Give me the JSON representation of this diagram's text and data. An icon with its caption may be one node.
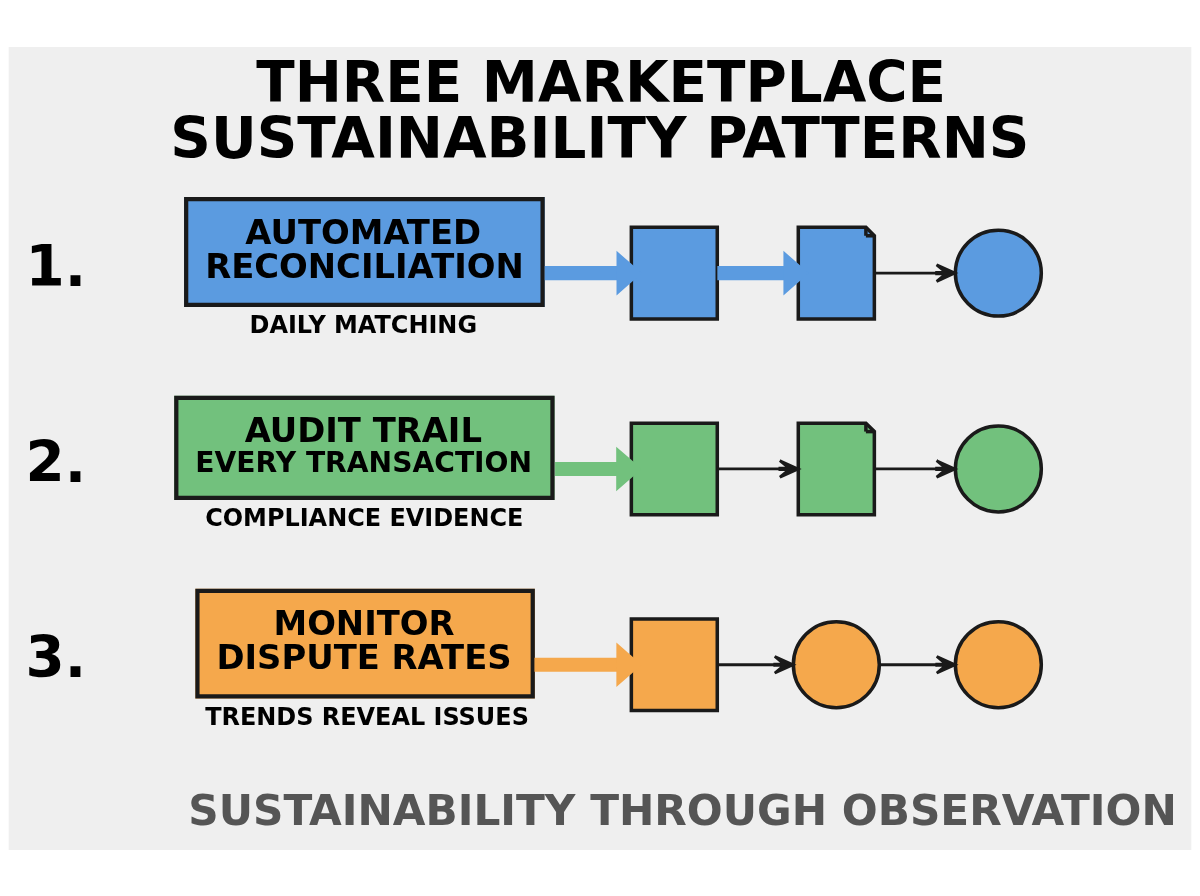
{
  "diagram": {
    "title": "THREE MARKETPLACE SUSTAINABILITY PATTERNS",
    "caption": "SUSTAINABILITY THROUGH OBSERVATION",
    "nodes": [
      {
        "text": [
          "AUTOMATED RECONCILIATION"
        ],
        "beside": [
          "DAILY MATCHING"
        ]
      },
      {
        "text": [],
        "shape": "box"
      },
      {
        "text": [],
        "shape": "document"
      },
      {
        "text": [],
        "shape": "circle"
      },
      {
        "text": [
          "AUDIT TRAIL",
          "EVERY TRANSACTION"
        ],
        "beside": [
          "COMPLIANCE EVIDENCE"
        ]
      },
      {
        "text": [],
        "shape": "box"
      },
      {
        "text": [],
        "shape": "document"
      },
      {
        "text": [],
        "shape": "circle"
      },
      {
        "text": [
          "MONITOR DISPUTE RATES"
        ],
        "beside": [
          "TRENDS REVEAL ISSUES"
        ]
      },
      {
        "text": [],
        "shape": "box"
      },
      {
        "text": [],
        "shape": "circle"
      },
      {
        "text": [],
        "shape": "circle"
      }
    ],
    "edges": [
      {
        "from": 0,
        "to": 1,
        "arrow": "to",
        "style": "thick",
        "color": "#5b9be0"
      },
      {
        "from": 1,
        "to": 2,
        "arrow": "to",
        "style": "thick",
        "color": "#5b9be0"
      },
      {
        "from": 2,
        "to": 3,
        "arrow": "to"
      },
      {
        "from": 4,
        "to": 5,
        "arrow": "to",
        "style": "thick",
        "color": "#72c17d"
      },
      {
        "from": 5,
        "to": 6,
        "arrow": "to"
      },
      {
        "from": 6,
        "to": 7,
        "arrow": "to"
      },
      {
        "from": 8,
        "to": 9,
        "arrow": "to",
        "style": "thick",
        "color": "#f5a84c"
      },
      {
        "from": 9,
        "to": 10,
        "arrow": "to"
      },
      {
        "from": 10,
        "to": 11,
        "arrow": "to"
      }
    ],
    "labels": [
      "1.",
      "2.",
      "3."
    ]
  }
}
